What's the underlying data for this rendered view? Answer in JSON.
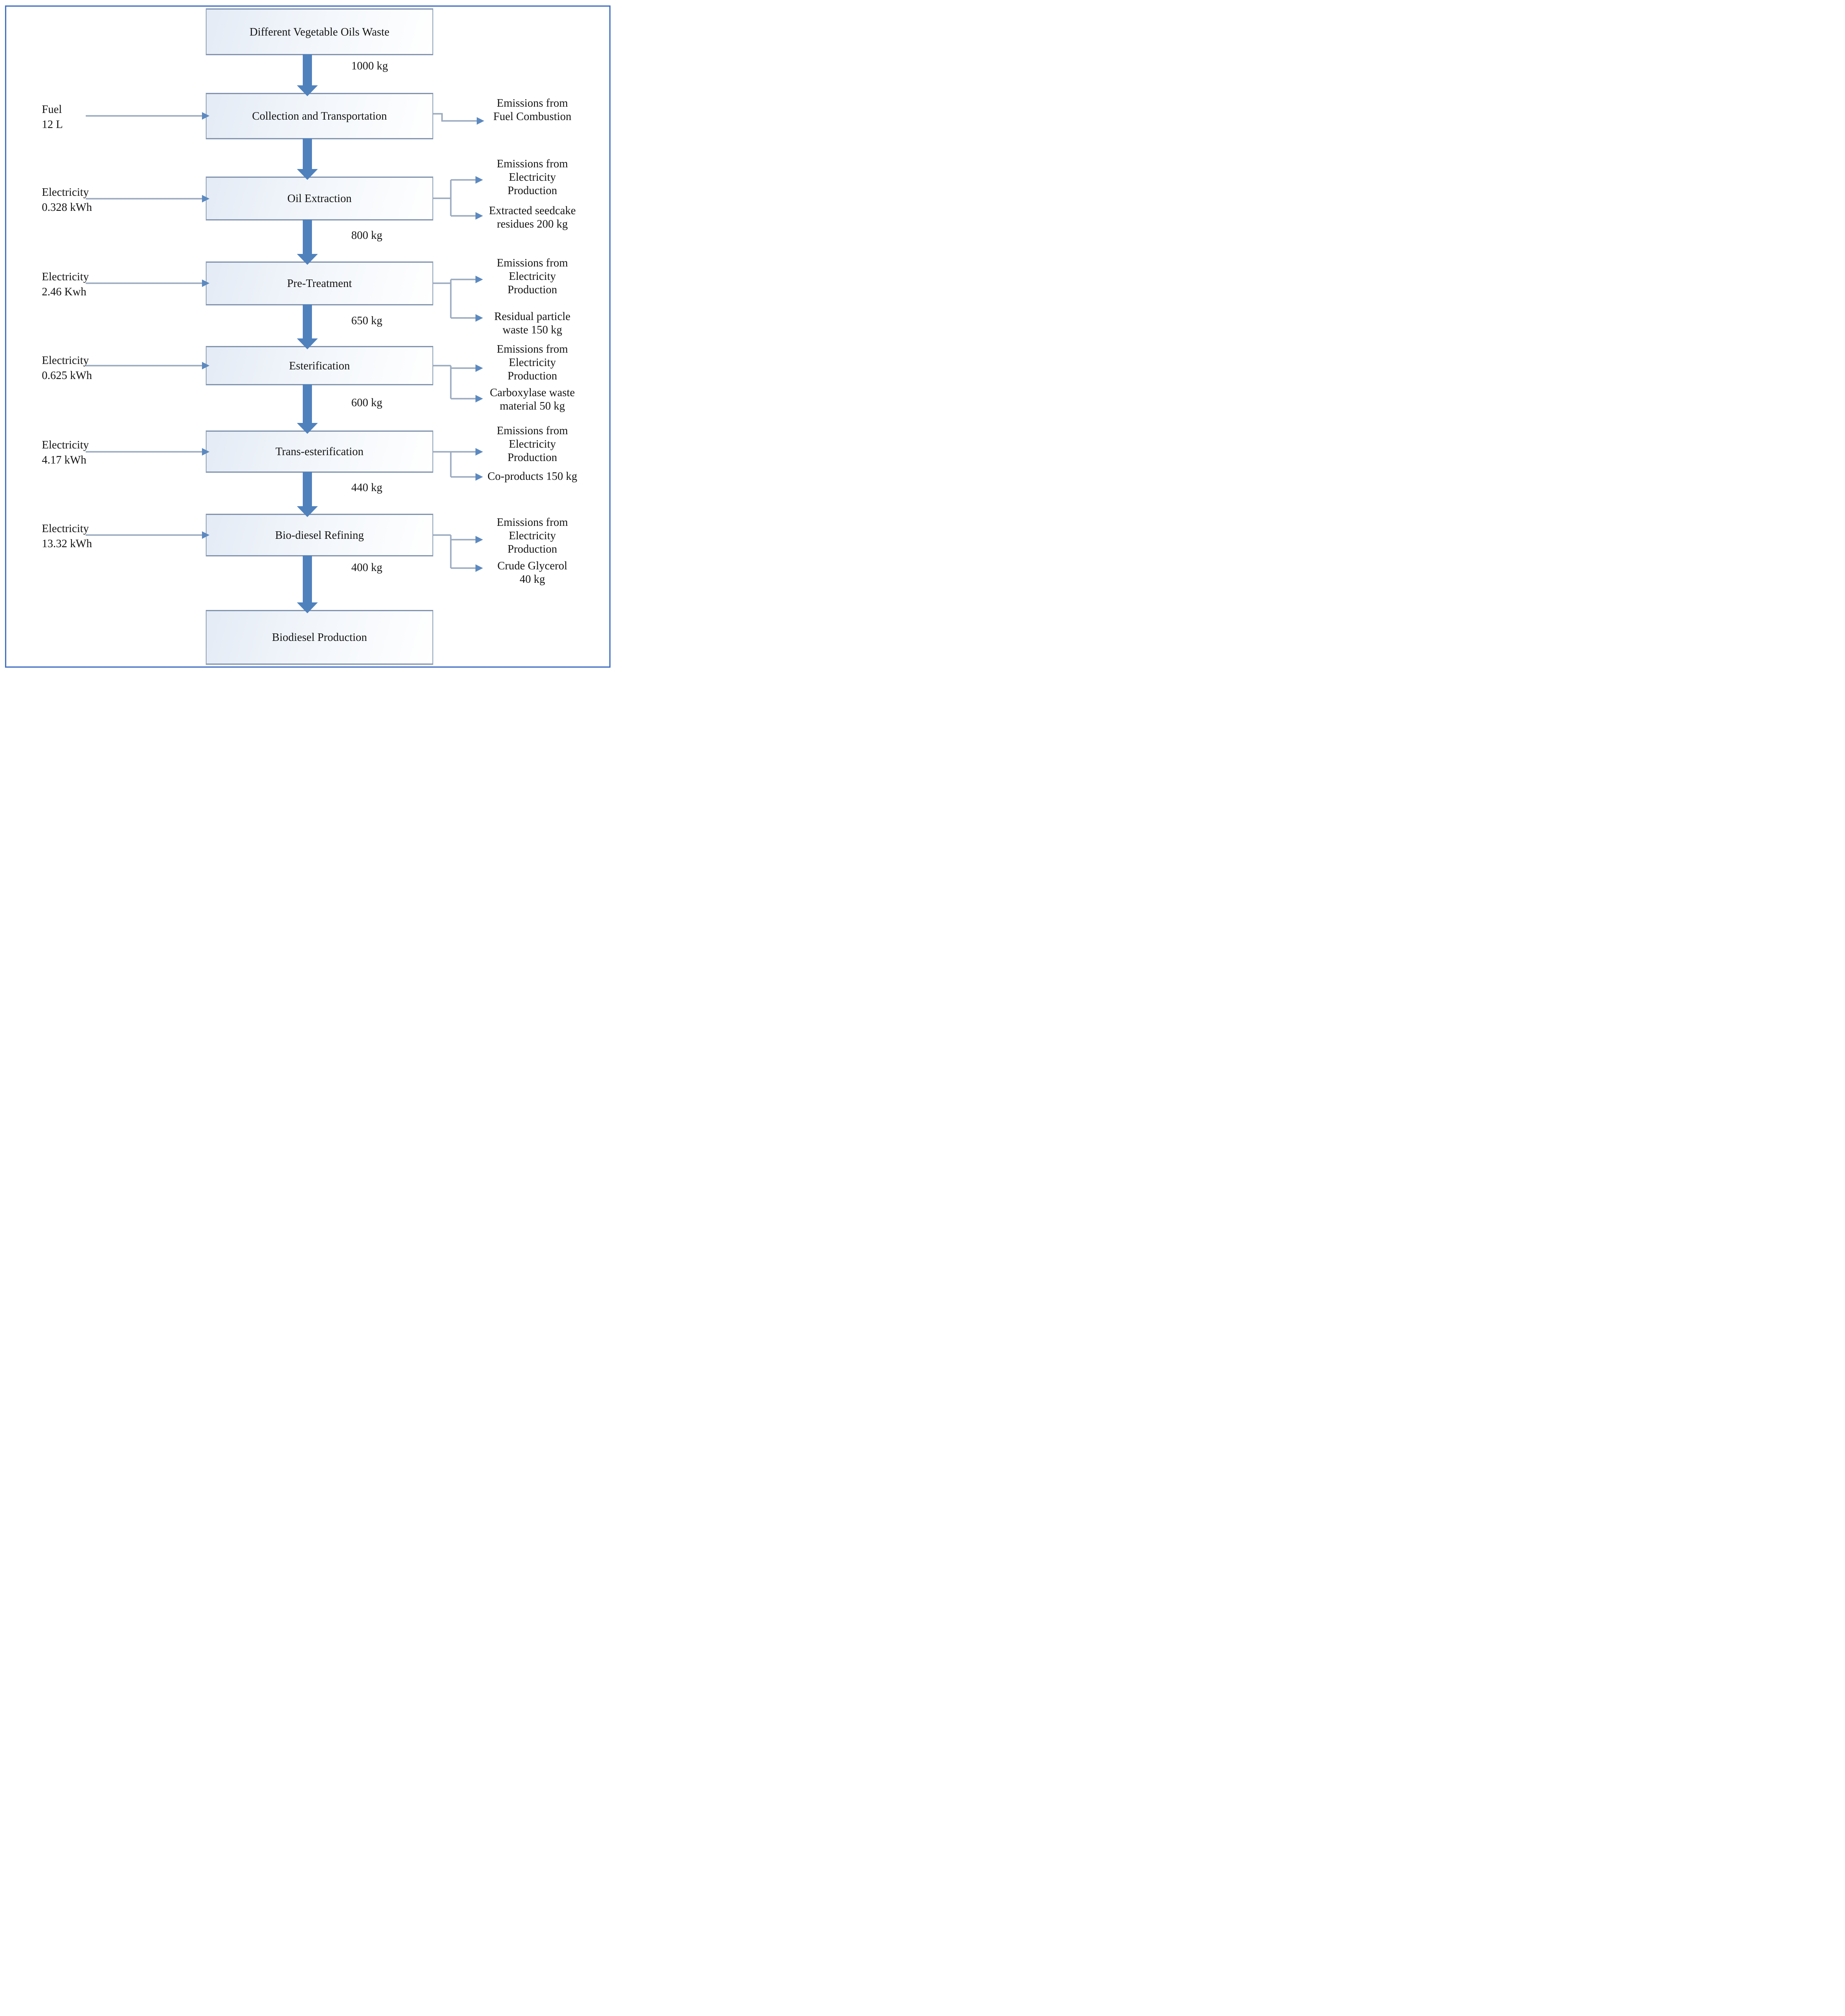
{
  "palette": {
    "frame_border": "#4472C4",
    "box_border": "#93A6BB",
    "box_fill_light": "#e4ebf5",
    "thick_arrow": "#4F81BD",
    "thin_line": "#9AAABF",
    "arrowhead": "#5C89BF"
  },
  "boxes": [
    {
      "label": "Different Vegetable Oils Waste"
    },
    {
      "label": "Collection and Transportation"
    },
    {
      "label": "Oil Extraction"
    },
    {
      "label": "Pre-Treatment"
    },
    {
      "label": "Esterification"
    },
    {
      "label": "Trans-esterification"
    },
    {
      "label": "Bio-diesel Refining"
    },
    {
      "label": "Biodiesel Production"
    }
  ],
  "flow_amounts": [
    {
      "amount": "1000 kg"
    },
    {
      "amount": "800 kg"
    },
    {
      "amount": "650 kg"
    },
    {
      "amount": "600 kg"
    },
    {
      "amount": "440 kg"
    },
    {
      "amount": "400 kg"
    }
  ],
  "inputs": [
    {
      "label": "Fuel\n12 L"
    },
    {
      "label": "Electricity\n0.328 kWh"
    },
    {
      "label": "Electricity\n2.46 Kwh"
    },
    {
      "label": "Electricity\n0.625 kWh"
    },
    {
      "label": "Electricity\n4.17 kWh"
    },
    {
      "label": "Electricity\n13.32 kWh"
    }
  ],
  "outputs": [
    {
      "emissions": "Emissions from\nFuel Combustion"
    },
    {
      "emissions": "Emissions from\nElectricity\nProduction",
      "byproduct": "Extracted seedcake\nresidues 200 kg"
    },
    {
      "emissions": "Emissions from\nElectricity\nProduction",
      "byproduct": "Residual particle\nwaste 150 kg"
    },
    {
      "emissions": "Emissions from\nElectricity\nProduction",
      "byproduct": "Carboxylase waste\nmaterial 50 kg"
    },
    {
      "emissions": "Emissions from\nElectricity\nProduction",
      "byproduct": "Co-products 150 kg"
    },
    {
      "emissions": "Emissions from\nElectricity\nProduction",
      "byproduct": "Crude Glycerol\n40 kg"
    }
  ]
}
